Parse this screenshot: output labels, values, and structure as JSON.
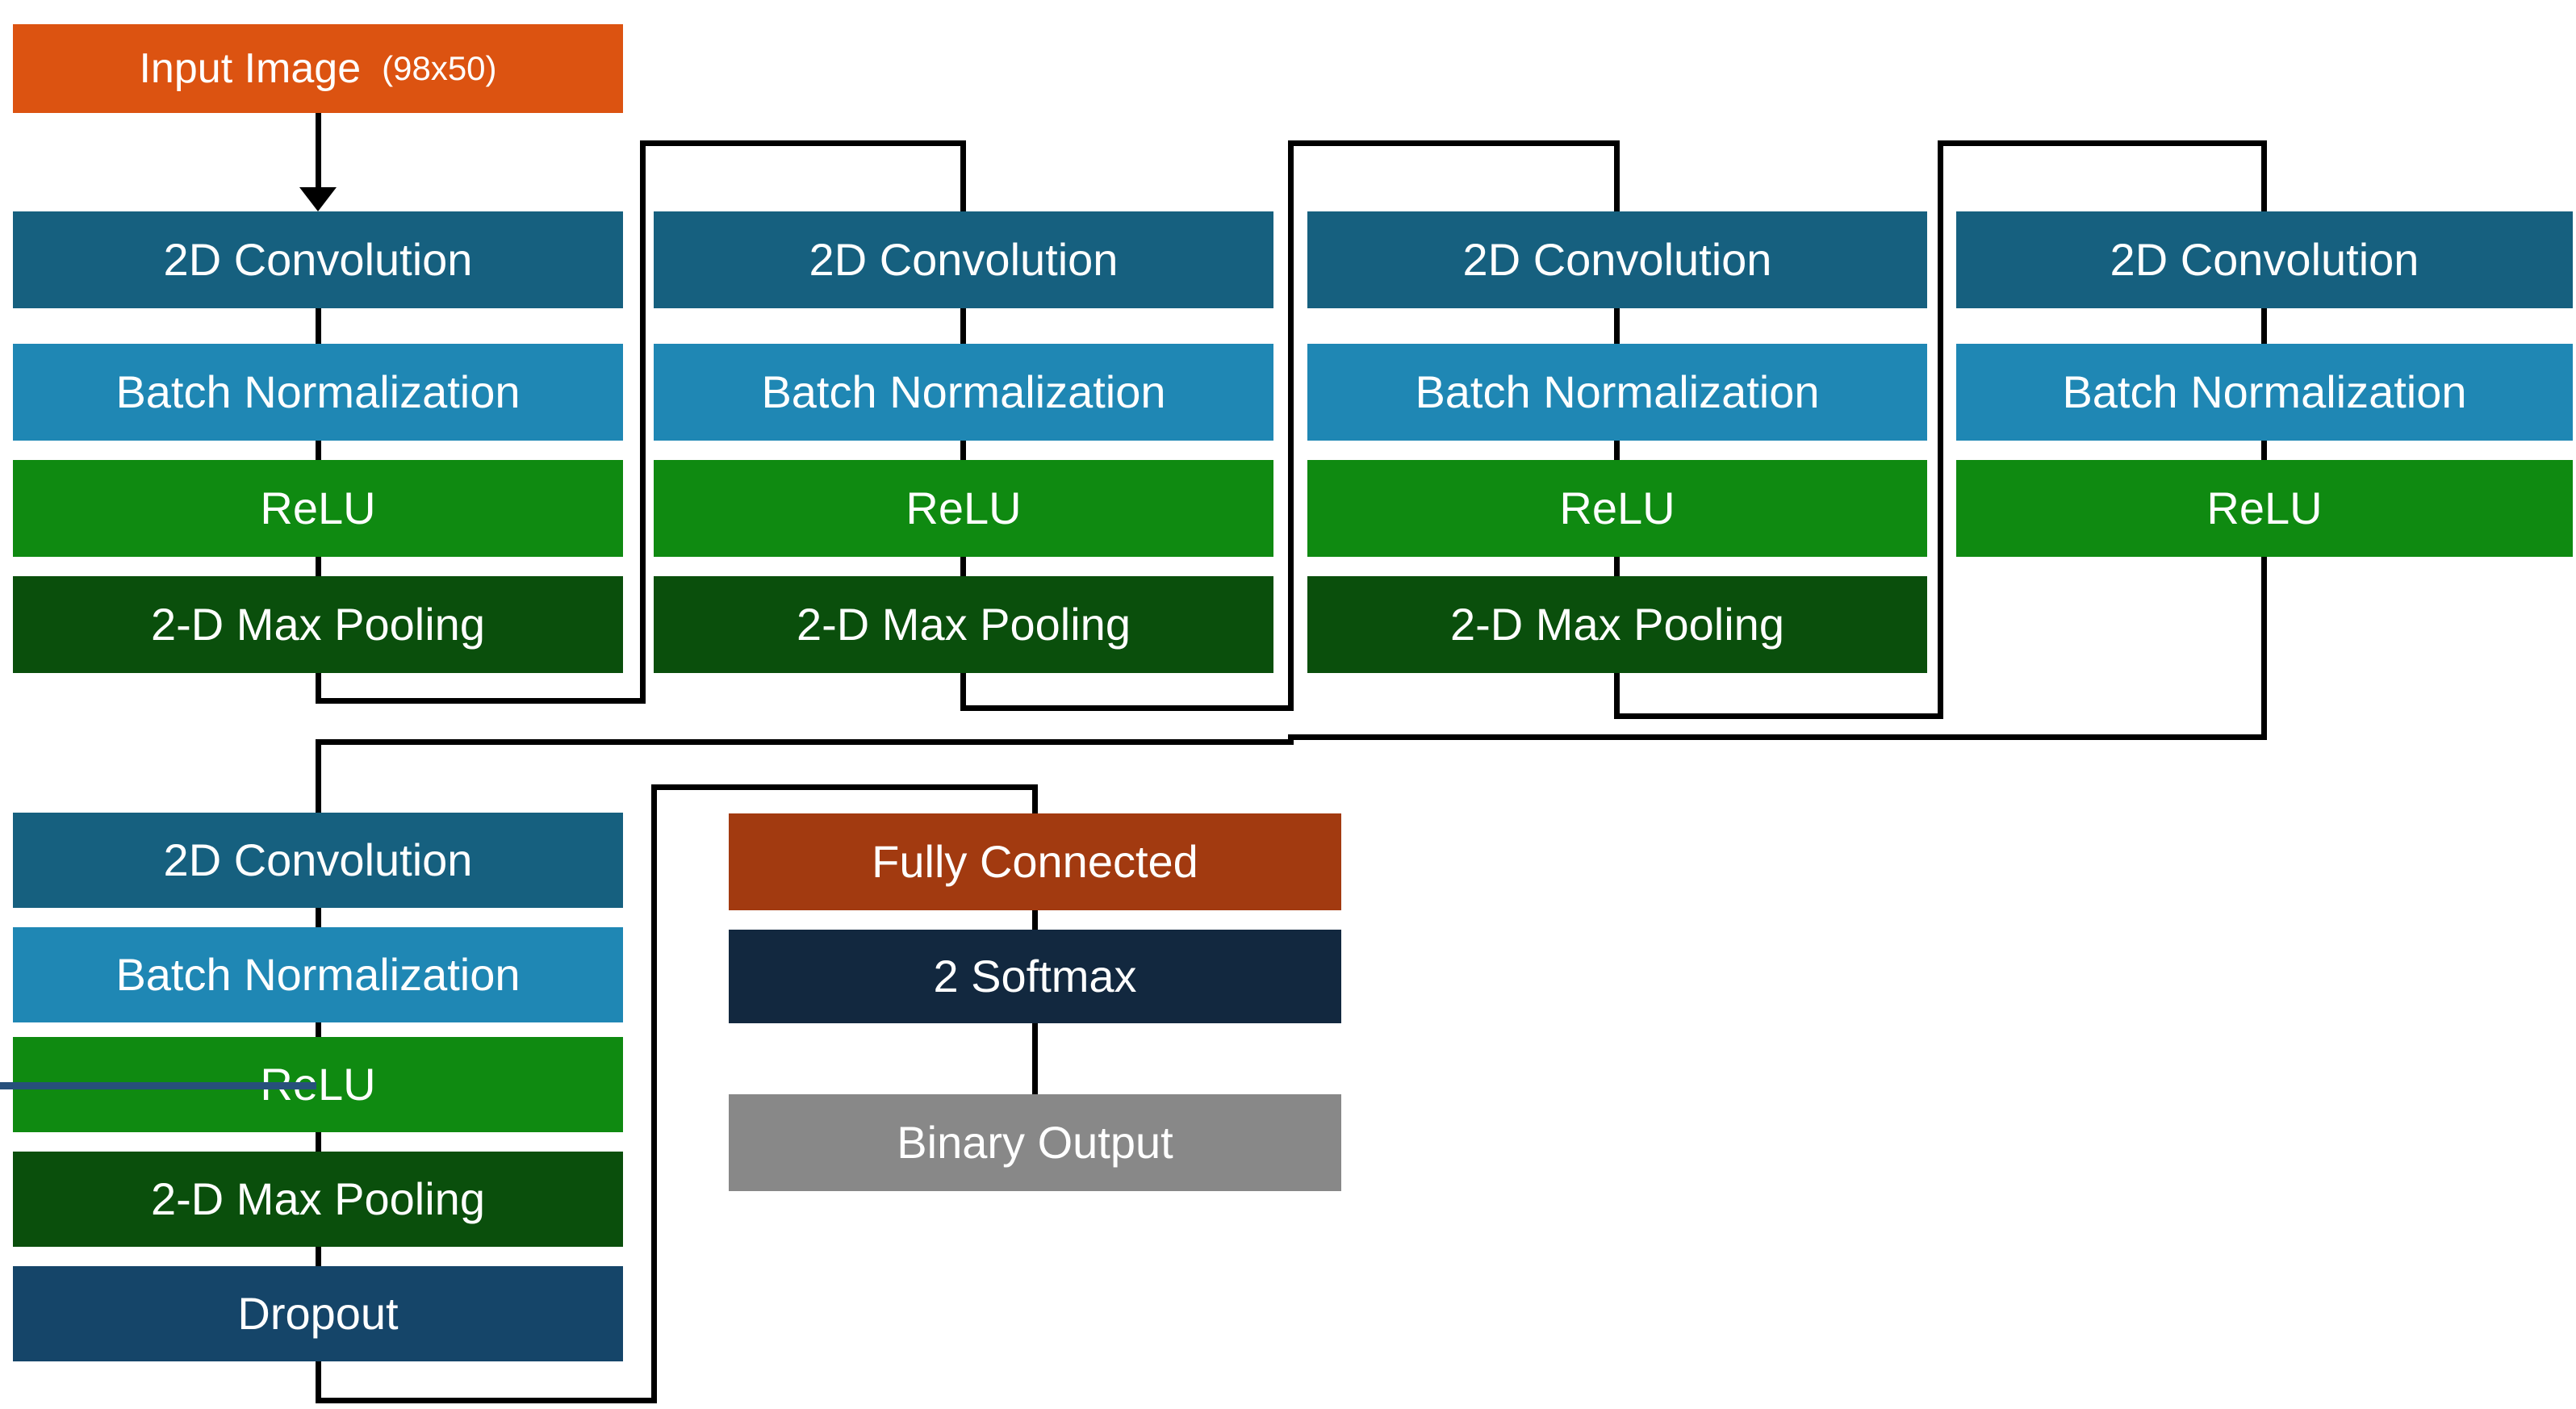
{
  "diagram_title": "CNN architecture block diagram",
  "input_block": {
    "label": "Input Image",
    "dimensions": "(98x50)"
  },
  "colors": {
    "input": "#DC5311",
    "convolution": "#16607F",
    "batch_normalization": "#1F87B4",
    "relu": "#0F8A11",
    "max_pooling": "#0A4F0C",
    "dropout": "#154569",
    "fully_connected": "#A23A10",
    "softmax": "#12283F",
    "binary_output": "#888888",
    "connector": "#000000",
    "relu_strike_line": "#27507B"
  },
  "conv_stages": [
    {
      "name": "stage-1",
      "layers": [
        "2D Convolution",
        "Batch Normalization",
        "ReLU",
        "2-D Max Pooling"
      ]
    },
    {
      "name": "stage-2",
      "layers": [
        "2D Convolution",
        "Batch Normalization",
        "ReLU",
        "2-D Max Pooling"
      ]
    },
    {
      "name": "stage-3",
      "layers": [
        "2D Convolution",
        "Batch Normalization",
        "ReLU",
        "2-D Max Pooling"
      ]
    },
    {
      "name": "stage-4",
      "layers": [
        "2D Convolution",
        "Batch Normalization",
        "ReLU"
      ]
    },
    {
      "name": "stage-5",
      "layers": [
        "2D Convolution",
        "Batch Normalization",
        "ReLU",
        "2-D Max Pooling",
        "Dropout"
      ]
    }
  ],
  "classifier_head": {
    "layers": [
      "Fully Connected",
      "2 Softmax"
    ],
    "output": "Binary Output"
  }
}
